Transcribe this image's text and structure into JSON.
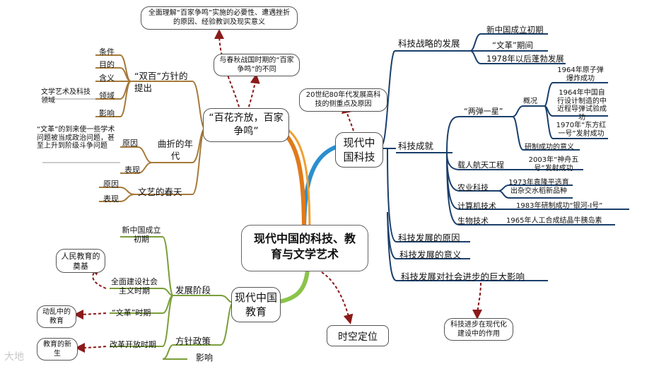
{
  "center": "现代中国的科技、教育与文学艺术",
  "science": {
    "title": "现代中国科技",
    "top_note": "20世纪80年代发展高科技的侧重点及原因",
    "strategy": "科技战略的发展",
    "strategy_items": [
      "新中国成立初期",
      "“文革”期间",
      "1978年以后蓬勃发展"
    ],
    "achievements": "科技成就",
    "two_bombs": "“两弹一星”",
    "overview": "概况",
    "ach_1964a": "1964年原子弹爆炸成功",
    "ach_1964b": "1964年中国自行设计制造的中近程导弹试验成功",
    "ach_1970": "1970年“东方红一号”发射成功",
    "significance_dev": "研制成功的意义",
    "space": "载人航天工程",
    "space_detail": "2003年“神舟五号”发射成功",
    "agri": "农业科技",
    "agri_detail": "1973年袁隆平选育出杂交水稻新品种",
    "computer": "计算机技术",
    "computer_detail": "1983年研制成功“银河-Ⅰ号”",
    "bio": "生物技术",
    "bio_detail": "1965年人工合成结晶牛胰岛素",
    "reason": "科技发展的原因",
    "meaning": "科技发展的意义",
    "impact": "科技发展对社会进步的巨大影响",
    "impact_note": "科技进步在现代化建设中的作用"
  },
  "culture": {
    "title": "“百花齐放，百家争鸣”",
    "top_note": "全面理解“百家争鸣”实施的必要性、遭遇挫折的原因、经验教训及现实意义",
    "compare_note": "与春秋战国时期的“百家争鸣”的不同",
    "shuangbai": "“双百”方针的提出",
    "items": [
      "条件",
      "目的",
      "含义",
      "领域",
      "影响"
    ],
    "field_note": "文学艺术及科技领域",
    "twist": "曲折的年代",
    "twist_reason": "原因",
    "twist_show": "表现",
    "wenge_note": "“文革”的到来使一些学术问题被当成政治问题，甚至上升到阶级斗争问题",
    "spring": "文艺的春天",
    "spring_reason": "原因",
    "spring_show": "表现"
  },
  "education": {
    "title": "现代中国教育",
    "stages": "发展阶段",
    "stage_1": "新中国成立初期",
    "stage_1_note": "人民教育的奠基",
    "stage_2": "全面建设社会主义时期",
    "stage_3": "“文革”时期",
    "stage_3_note": "动乱中的教育",
    "stage_4": "改革开放时期",
    "stage_4_note": "教育的新生",
    "policy": "方针政策",
    "influence": "影响"
  },
  "time_space": "时空定位",
  "watermark": "大地",
  "colors": {
    "science_branch": "#2a8fcf",
    "culture_branch": "#d98a2b",
    "culture_branch2": "#e07a1a",
    "education_branch": "#8bc34a",
    "line_dark": "#1a3f6b",
    "line_brown": "#a57a3a",
    "line_green": "#7a9e3a",
    "dashed_red": "#8b1a1a"
  }
}
